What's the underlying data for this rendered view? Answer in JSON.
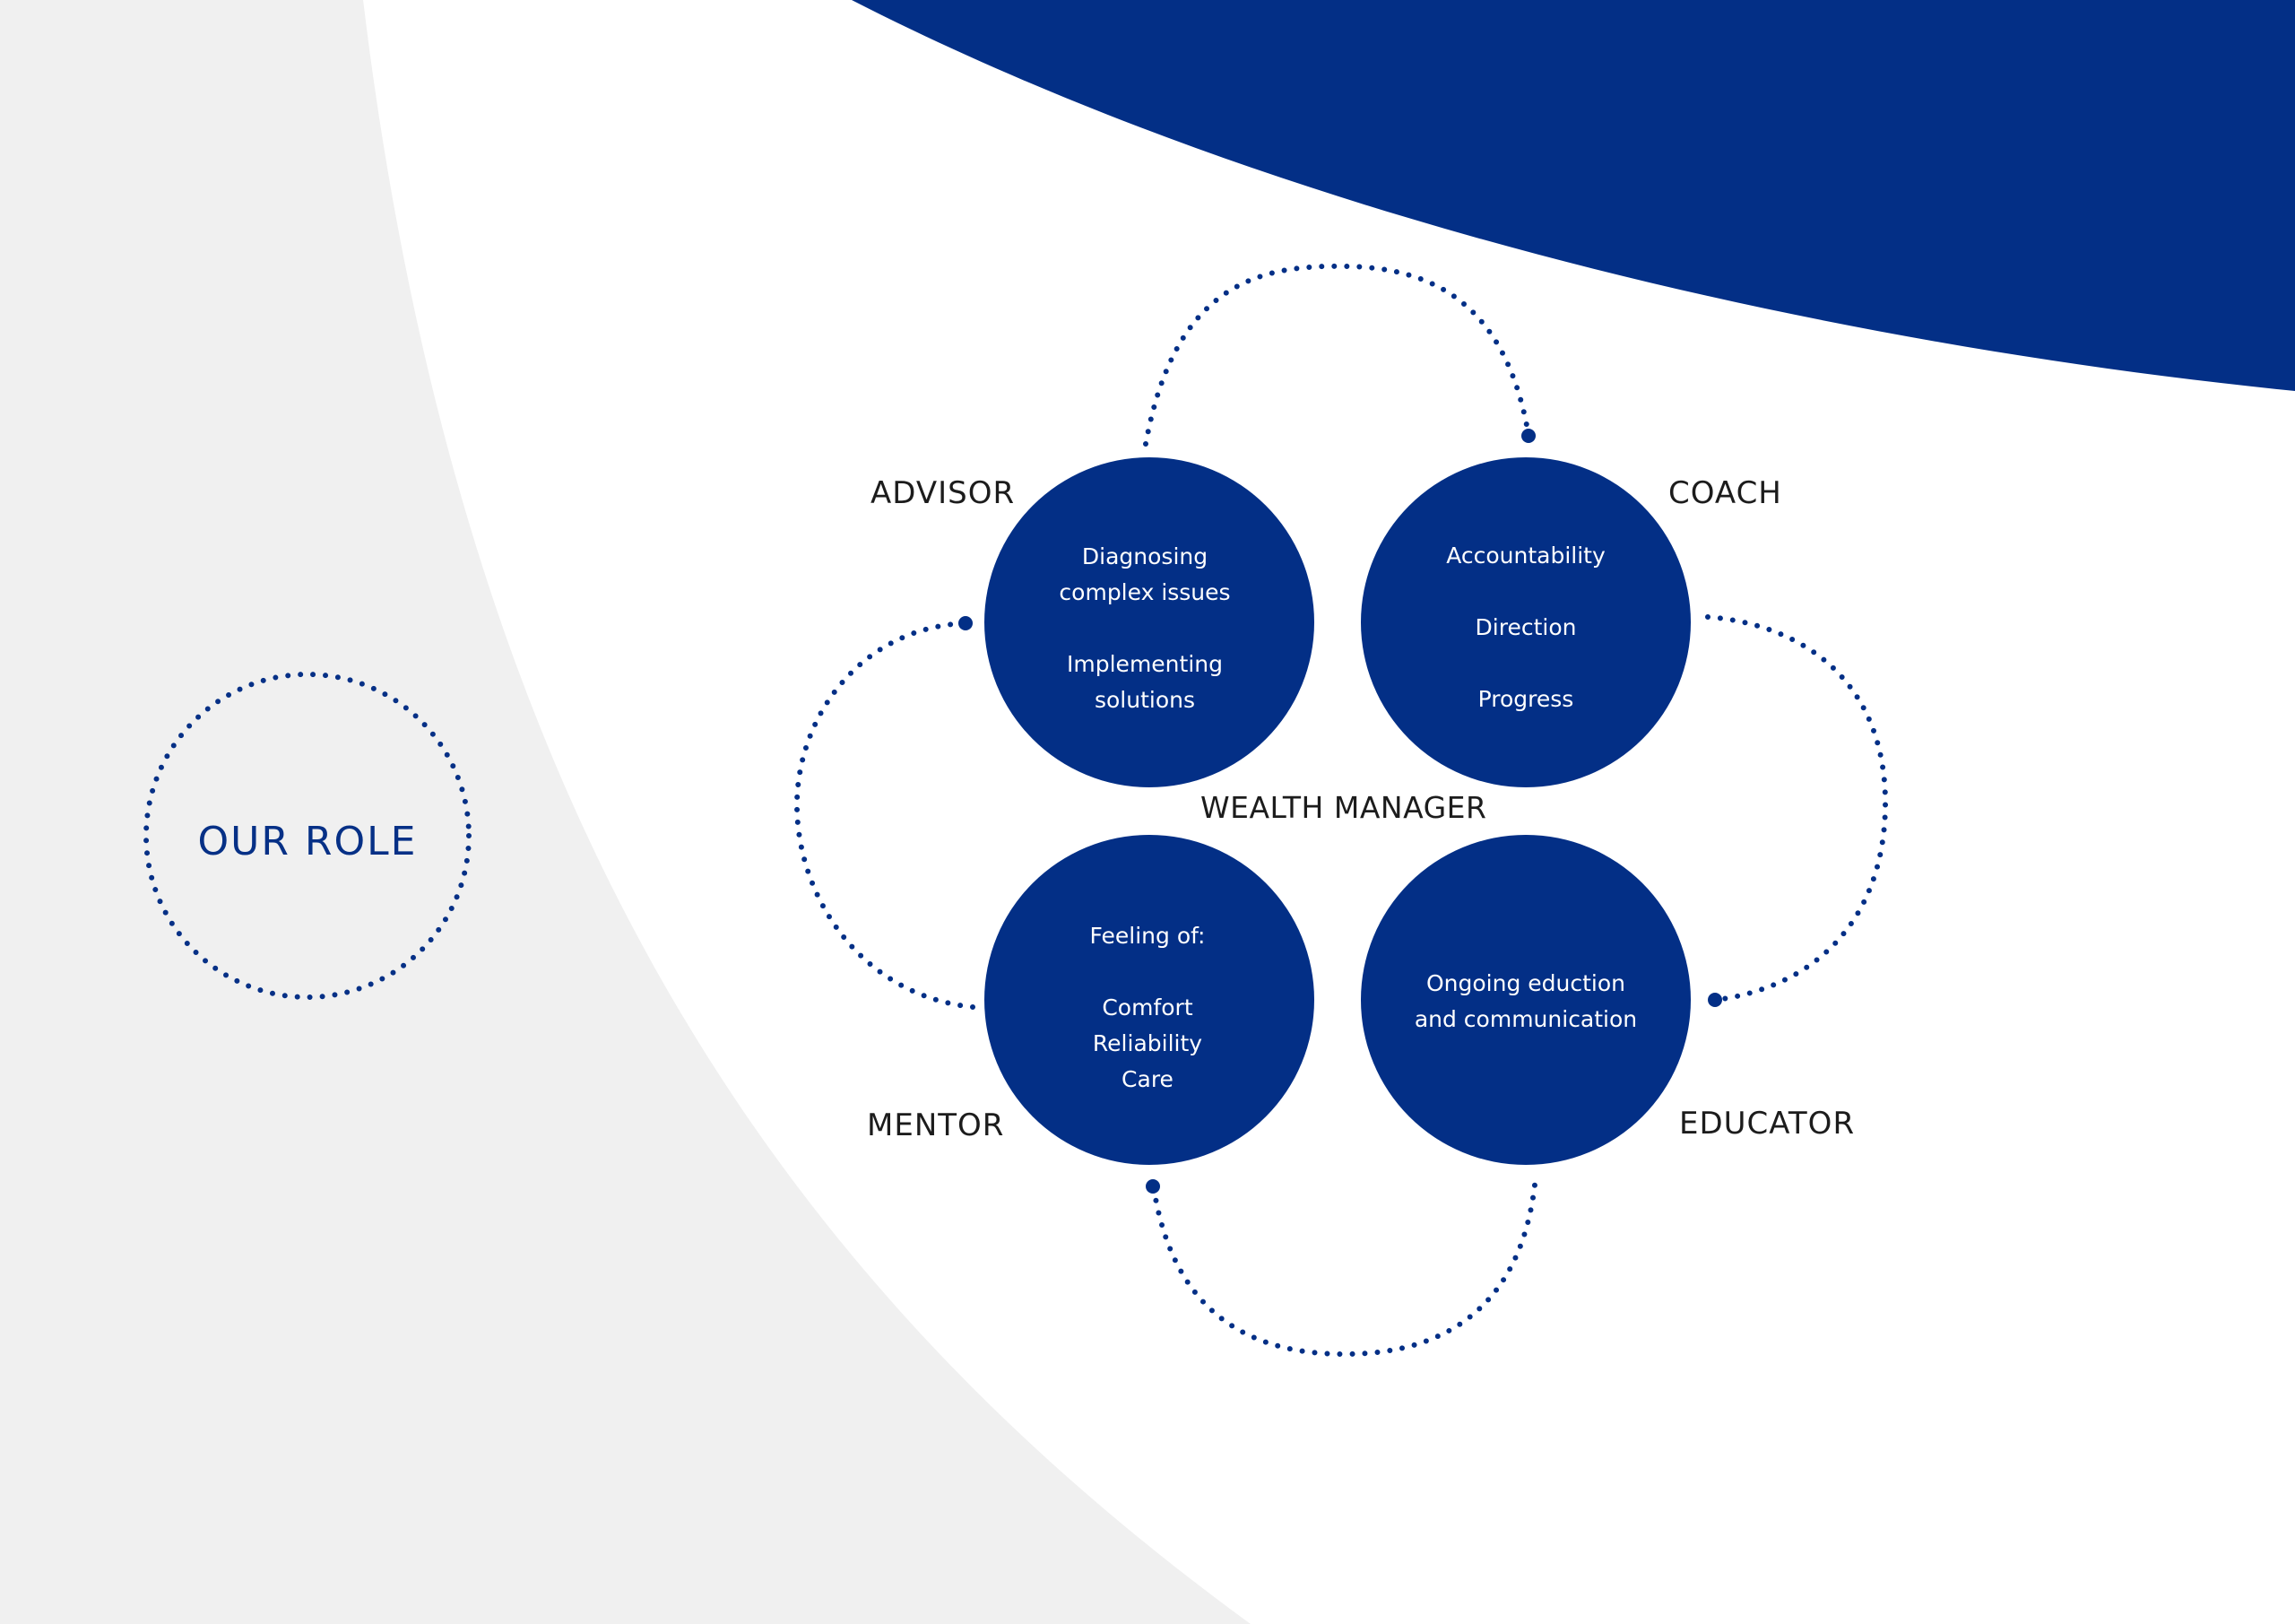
{
  "title": "OUR ROLE",
  "center_label": "WEALTH MANAGER",
  "colors": {
    "navy": "#032F86",
    "panel_gray": "#F0F0F0",
    "background": "#FFFFFF",
    "label_text": "#1C1C1C"
  },
  "roles": {
    "advisor": {
      "label": "ADVISOR",
      "lines": [
        "Diagnosing",
        "complex issues",
        "Implementing",
        "solutions"
      ]
    },
    "coach": {
      "label": "COACH",
      "lines": [
        "Accountability",
        "Direction",
        "Progress"
      ]
    },
    "mentor": {
      "label": "MENTOR",
      "lines": [
        "Feeling of:",
        "Comfort",
        "Reliability",
        "Care"
      ]
    },
    "educator": {
      "label": "EDUCATOR",
      "lines": [
        "Ongoing eduction",
        "and communication"
      ]
    }
  }
}
